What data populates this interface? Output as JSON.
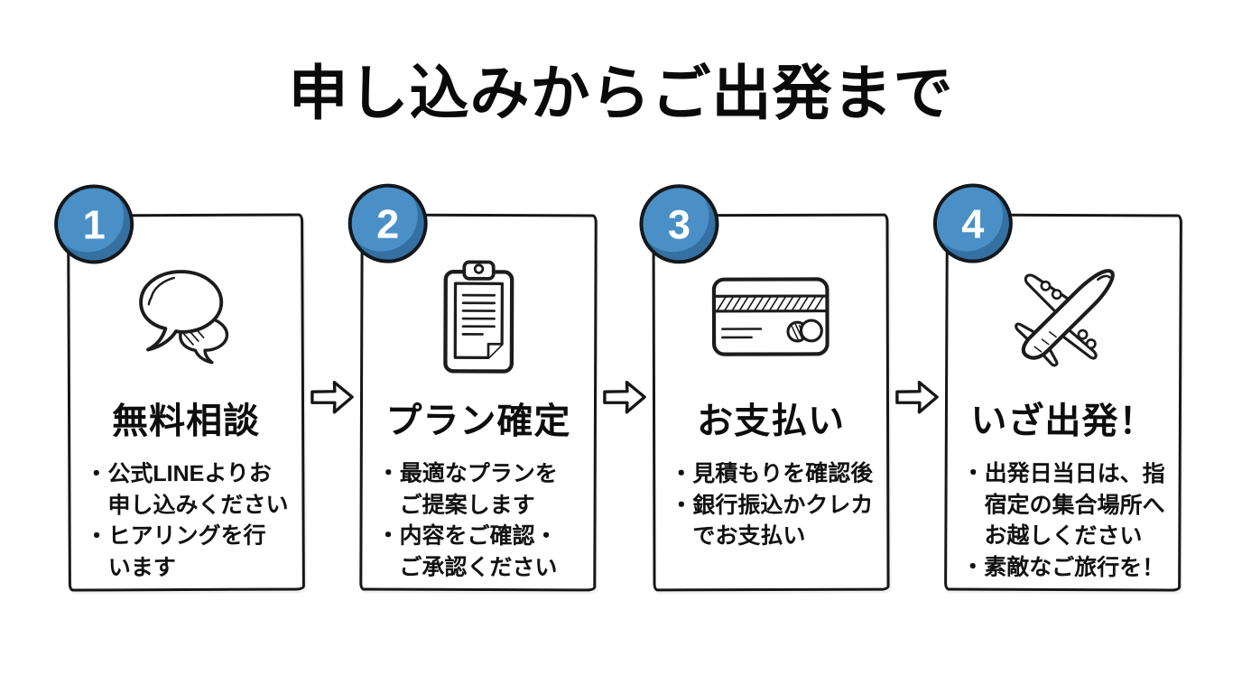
{
  "page": {
    "title": "申し込みからご出発まで",
    "bullet_char": "・",
    "background_color": "#ffffff",
    "text_color": "#0f0f0f"
  },
  "colors": {
    "badge_fill": "#4a90c7",
    "badge_outline": "#13181d",
    "card_outline": "#161616"
  },
  "arrow_icon": "arrow-right-icon",
  "steps": [
    {
      "number": "1",
      "icon": "speech-bubbles-icon",
      "title": "無料相談",
      "bullets": [
        "公式LINEよりお\n申し込みください",
        "ヒアリングを行\nいます"
      ]
    },
    {
      "number": "2",
      "icon": "clipboard-icon",
      "title": "プラン確定",
      "bullets": [
        "最適なプランを\nご提案します",
        "内容をご確認・\nご承認ください"
      ]
    },
    {
      "number": "3",
      "icon": "credit-card-icon",
      "title": "お支払い",
      "bullets": [
        "見積もりを確認後",
        "銀行振込かクレカ\nでお支払い"
      ]
    },
    {
      "number": "4",
      "icon": "airplane-icon",
      "title": "いざ出発！",
      "bullets": [
        "出発日当日は、指\n宿定の集合場所へ\nお越しください",
        "素敵なご旅行を！"
      ]
    }
  ]
}
